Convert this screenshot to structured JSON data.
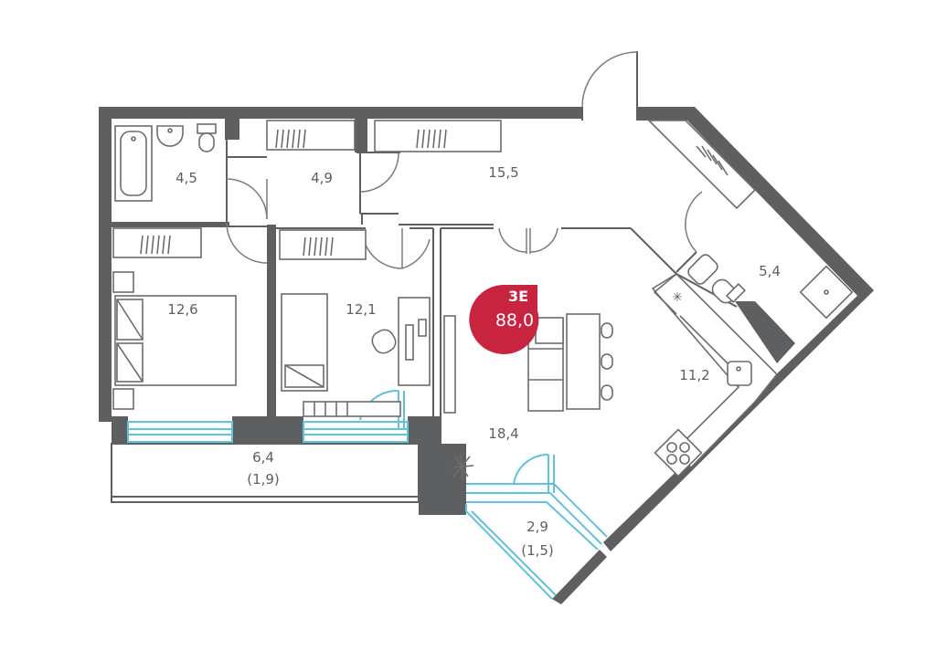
{
  "badge": {
    "code": "3E",
    "area": "88,0",
    "color": "#c8233f"
  },
  "rooms": {
    "bathroom": {
      "area": "4,5"
    },
    "hall_closet": {
      "area": "4,9"
    },
    "hallway": {
      "area": "15,5"
    },
    "bath_2": {
      "area": "5,4"
    },
    "bedroom_1": {
      "area": "12,6"
    },
    "bedroom_2": {
      "area": "12,1"
    },
    "kitchen": {
      "area": "11,2"
    },
    "living": {
      "area": "18,4"
    },
    "balcony_1": {
      "area": "6,4",
      "reduced": "(1,9)"
    },
    "balcony_2": {
      "area": "2,9",
      "reduced": "(1,5)"
    }
  },
  "colors": {
    "wall": "#5e5f61",
    "glazing": "#5fc3dc",
    "badge": "#c8233f"
  }
}
